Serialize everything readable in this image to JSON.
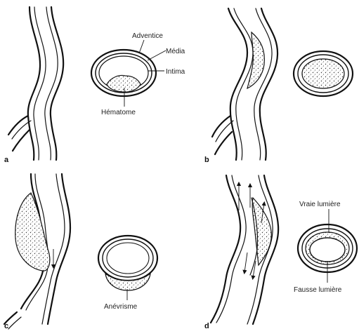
{
  "panels": {
    "a": {
      "letter": "a",
      "labels": {
        "adventice": "Adventice",
        "media": "Média",
        "intima": "Intima",
        "hematome": "Hématome"
      }
    },
    "b": {
      "letter": "b"
    },
    "c": {
      "letter": "c",
      "labels": {
        "anevrisme": "Anévrisme"
      }
    },
    "d": {
      "letter": "d",
      "labels": {
        "vraie_lumiere": "Vraie lumière",
        "fausse_lumiere": "Fausse lumière"
      }
    }
  }
}
